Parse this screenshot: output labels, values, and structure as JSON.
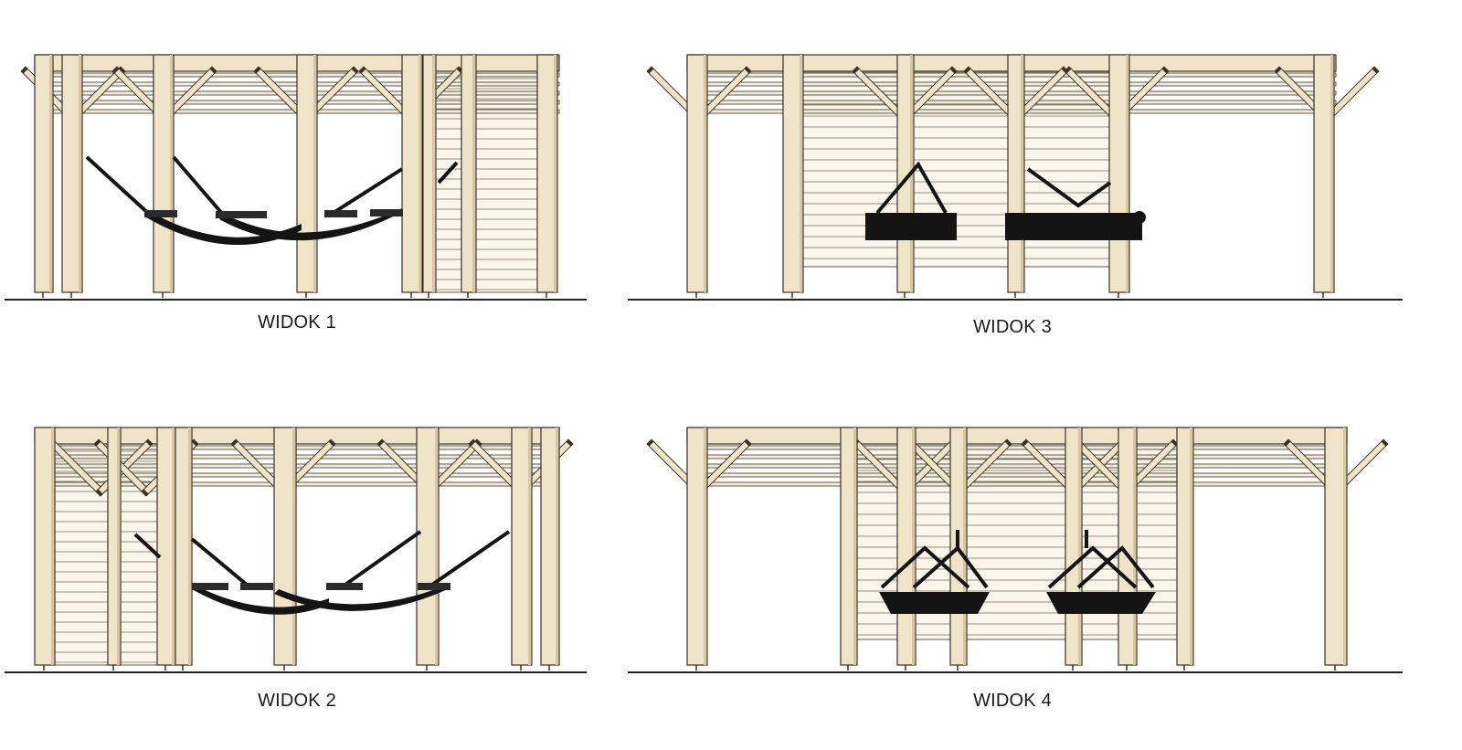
{
  "views": [
    {
      "caption": "WIDOK 1"
    },
    {
      "caption": "WIDOK 3"
    },
    {
      "caption": "WIDOK 2"
    },
    {
      "caption": "WIDOK 4"
    }
  ],
  "colors": {
    "wood": "#efe3c8",
    "wood_shade": "#d6c7a6",
    "outline": "#3a3226",
    "slat": "#f4ecd9",
    "hammock": "#141414",
    "ground": "#222222"
  }
}
